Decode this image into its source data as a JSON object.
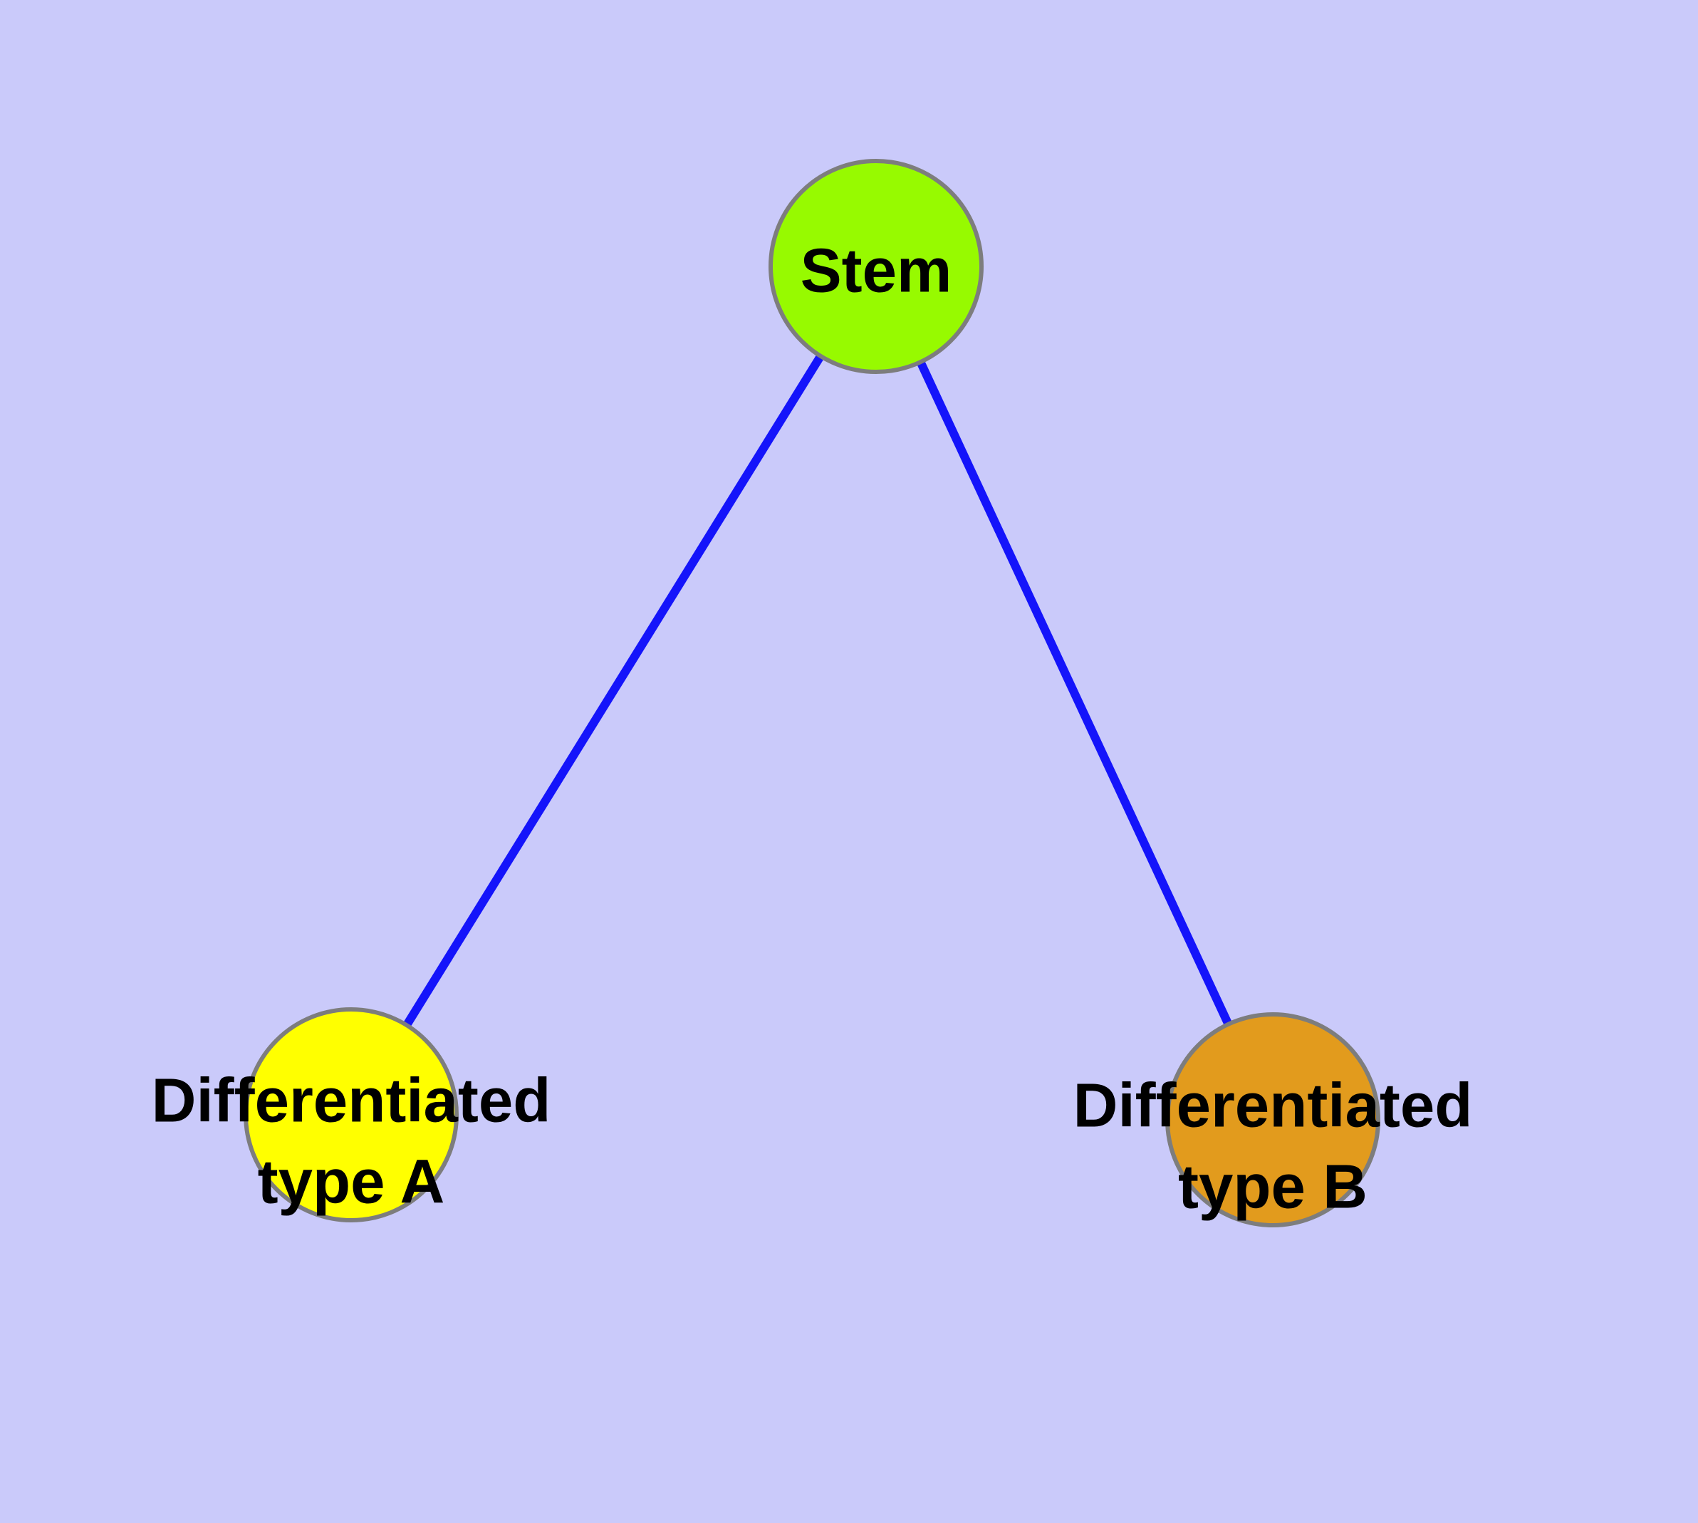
{
  "canvas": {
    "background": "#CACAFA"
  },
  "graph": {
    "type": "node-link-tree",
    "nodes": [
      {
        "id": "stem",
        "label": "Stem",
        "label_lines": [
          "Stem"
        ],
        "fill": "#97FA00"
      },
      {
        "id": "type-a",
        "label": "Differentiated type A",
        "label_lines": [
          "Differentiated",
          "type A"
        ],
        "fill": "#FFFF00"
      },
      {
        "id": "type-b",
        "label": "Differentiated type B",
        "label_lines": [
          "Differentiated",
          "type B"
        ],
        "fill": "#E29B1D"
      }
    ],
    "edges": [
      {
        "from": "stem",
        "to": "type-a"
      },
      {
        "from": "stem",
        "to": "type-b"
      }
    ],
    "colors": {
      "edge": "#1414FA",
      "node_border": "#7D7D7D",
      "label": "#000000"
    }
  }
}
